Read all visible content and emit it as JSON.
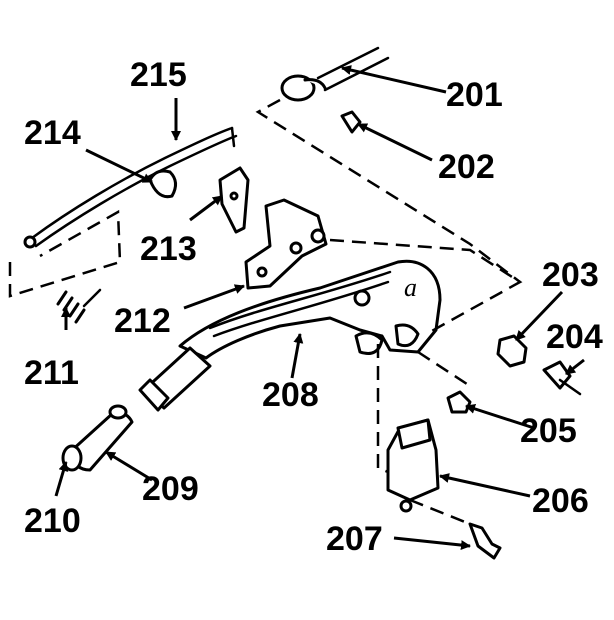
{
  "diagram": {
    "callouts": [
      {
        "id": "201",
        "label": "201"
      },
      {
        "id": "202",
        "label": "202"
      },
      {
        "id": "203",
        "label": "203"
      },
      {
        "id": "204",
        "label": "204"
      },
      {
        "id": "205",
        "label": "205"
      },
      {
        "id": "206",
        "label": "206"
      },
      {
        "id": "207",
        "label": "207"
      },
      {
        "id": "208",
        "label": "208"
      },
      {
        "id": "209",
        "label": "209"
      },
      {
        "id": "210",
        "label": "210"
      },
      {
        "id": "211",
        "label": "211"
      },
      {
        "id": "212",
        "label": "212"
      },
      {
        "id": "213",
        "label": "213"
      },
      {
        "id": "214",
        "label": "214"
      },
      {
        "id": "215",
        "label": "215"
      }
    ],
    "pivot_mark": "a"
  }
}
